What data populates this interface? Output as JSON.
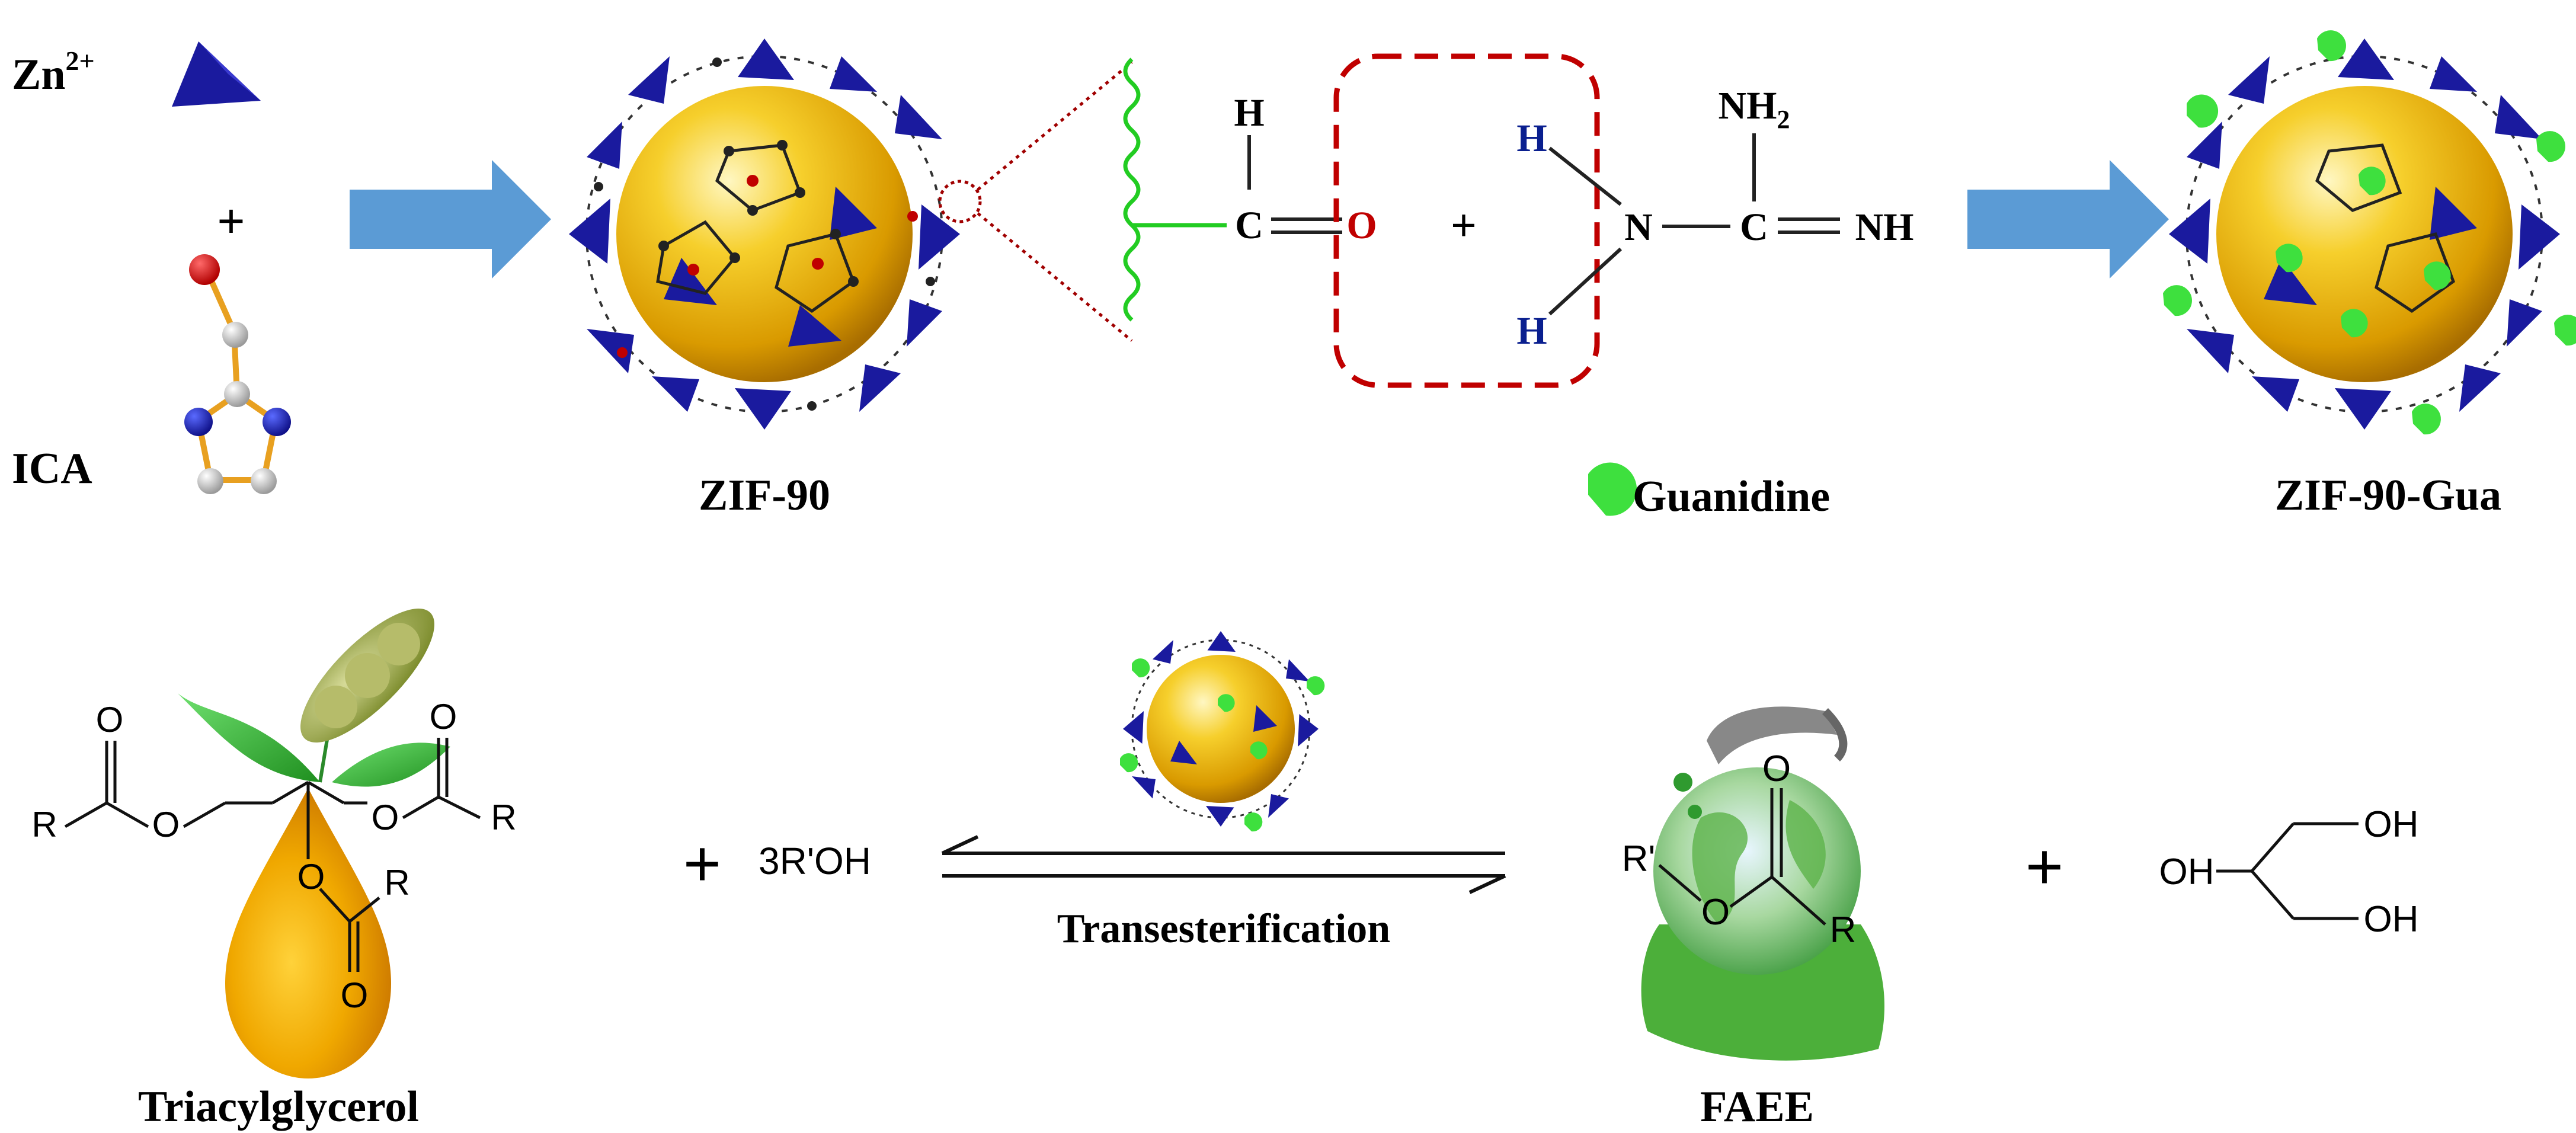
{
  "labels": {
    "zn": "Zn",
    "zn_sup": "2+",
    "plus_small": "+",
    "ica": "ICA",
    "zif90": "ZIF-90",
    "guanidine": "Guanidine",
    "zif90gua": "ZIF-90-Gua",
    "triacylglycerol": "Triacylglycerol",
    "faee": "FAEE",
    "transesterification": "Transesterification",
    "plus": "+"
  },
  "chem": {
    "h": "H",
    "c": "C",
    "o": "O",
    "n": "N",
    "nh2_main": "NH",
    "nh2_sub": "2",
    "nh": "NH",
    "o_small": "O",
    "r": "R",
    "r_prime": "R'",
    "reagent": "3R'OH",
    "oh": "OH"
  },
  "colors": {
    "zn_blue": "#1a1a9e",
    "arrow_blue": "#5b9bd5",
    "aldehyde_red": "#c00000",
    "amine_blue": "#0a1f8f",
    "linker_green": "#22cc22",
    "sphere_gold": "#f3c012",
    "drop_gold": "#f0b400",
    "leaf_green": "#2a9d2a"
  }
}
